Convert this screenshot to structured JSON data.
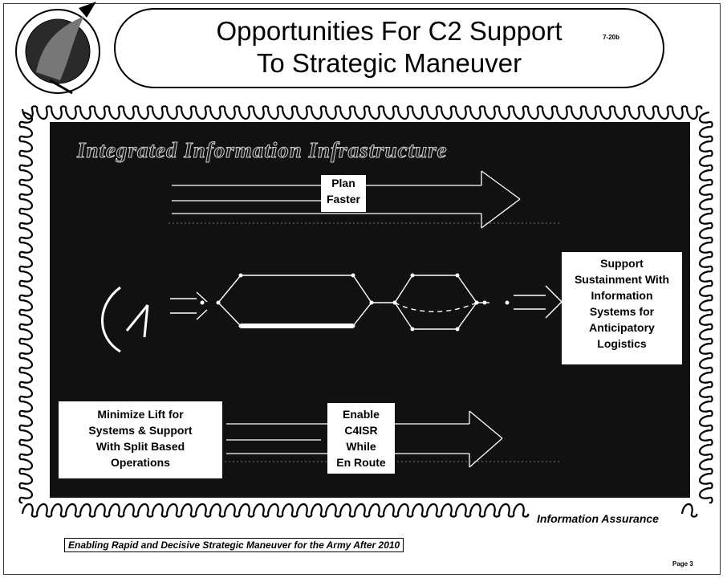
{
  "header": {
    "title_line1": "Opportunities For C2 Support",
    "title_line2": "To Strategic Maneuver",
    "slide_number": "7-20b"
  },
  "diagram": {
    "infrastructure_title": "Integrated Information Infrastructure",
    "plan_faster": [
      "Plan",
      "Faster"
    ],
    "support_sustainment": [
      "Support",
      "Sustainment With",
      "Information",
      "Systems for",
      "Anticipatory",
      "Logistics"
    ],
    "minimize_lift": [
      "Minimize Lift for",
      "Systems & Support",
      "With Split Based",
      "Operations"
    ],
    "enable_c4isr": [
      "Enable",
      "C4ISR",
      "While",
      "En Route"
    ],
    "information_assurance": "Information Assurance"
  },
  "footer": {
    "caption": "Enabling Rapid and Decisive Strategic Maneuver for the Army After 2010",
    "page": "Page 3"
  },
  "colors": {
    "panel": "#111111",
    "border": "#000000",
    "lines": "#ffffff"
  }
}
